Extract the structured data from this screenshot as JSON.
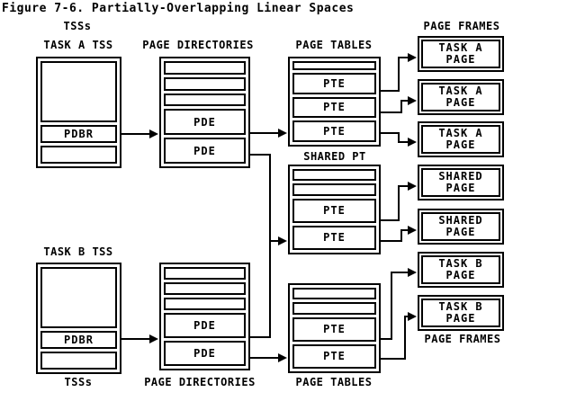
{
  "title": "Figure 7-6. Partially-Overlapping Linear Spaces",
  "colors": {
    "ink": "#000000",
    "paper": "#ffffff"
  },
  "labels": {
    "tsss_top": "TSSs",
    "tsss_bottom": "TSSs",
    "page_directories_top": "PAGE DIRECTORIES",
    "page_directories_bottom": "PAGE DIRECTORIES",
    "page_tables_top": "PAGE TABLES",
    "page_tables_bottom": "PAGE TABLES",
    "page_frames_top": "PAGE FRAMES",
    "page_frames_bottom": "PAGE FRAMES"
  },
  "boxes": {
    "task_a_tss": {
      "label": "TASK A TSS",
      "rows": [
        "",
        "PDBR",
        ""
      ]
    },
    "task_b_tss": {
      "label": "TASK B TSS",
      "rows": [
        "",
        "PDBR",
        ""
      ]
    },
    "page_directory_a": {
      "rows": [
        "",
        "",
        "",
        "PDE",
        "PDE"
      ]
    },
    "page_directory_b": {
      "rows": [
        "",
        "",
        "",
        "PDE",
        "PDE"
      ]
    },
    "page_table_a": {
      "rows": [
        "",
        "PTE",
        "PTE",
        "PTE"
      ]
    },
    "shared_pt": {
      "label": "SHARED PT",
      "rows": [
        "",
        "",
        "PTE",
        "PTE"
      ]
    },
    "page_table_b": {
      "rows": [
        "",
        "",
        "PTE",
        "PTE"
      ]
    }
  },
  "page_frames": [
    {
      "line1": "TASK A",
      "line2": "PAGE"
    },
    {
      "line1": "TASK A",
      "line2": "PAGE"
    },
    {
      "line1": "TASK A",
      "line2": "PAGE"
    },
    {
      "line1": "SHARED",
      "line2": "PAGE"
    },
    {
      "line1": "SHARED",
      "line2": "PAGE"
    },
    {
      "line1": "TASK B",
      "line2": "PAGE"
    },
    {
      "line1": "TASK B",
      "line2": "PAGE"
    }
  ]
}
